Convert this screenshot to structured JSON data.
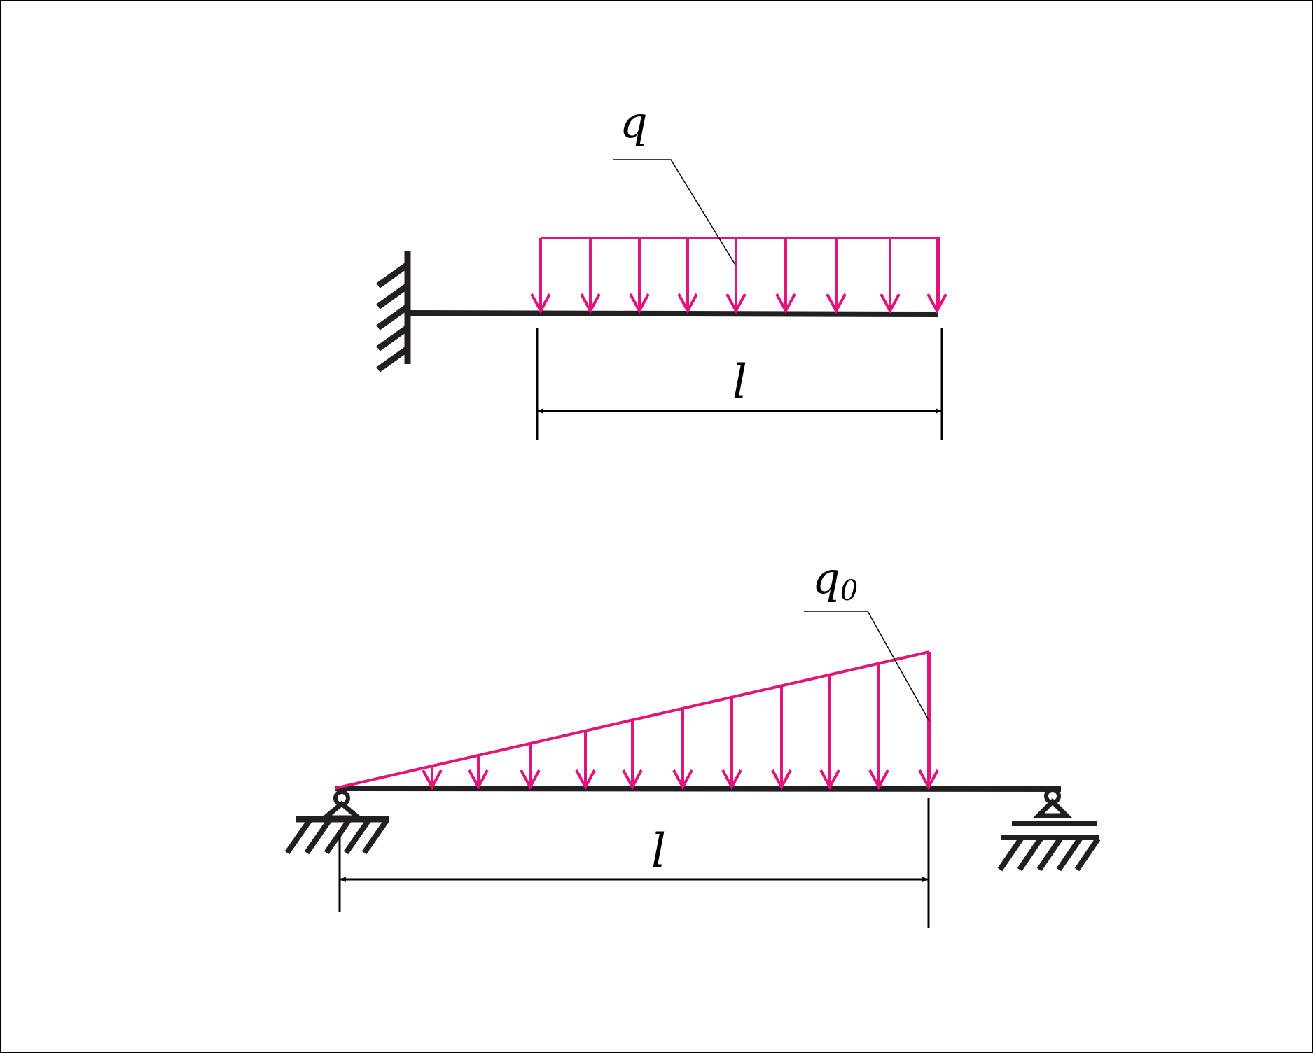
{
  "colors": {
    "beam": "#231f20",
    "load": "#e0147a",
    "line": "#000000",
    "frame": "#000000",
    "background": "#ffffff"
  },
  "diagram_top": {
    "load_label": "q",
    "span_label": "l",
    "load_type": "uniformly distributed",
    "support": "fixed wall"
  },
  "diagram_bottom": {
    "load_label_base": "q",
    "load_label_sub": "0",
    "span_label": "l",
    "load_type": "linearly increasing",
    "support_left": "pin",
    "support_right": "roller"
  }
}
